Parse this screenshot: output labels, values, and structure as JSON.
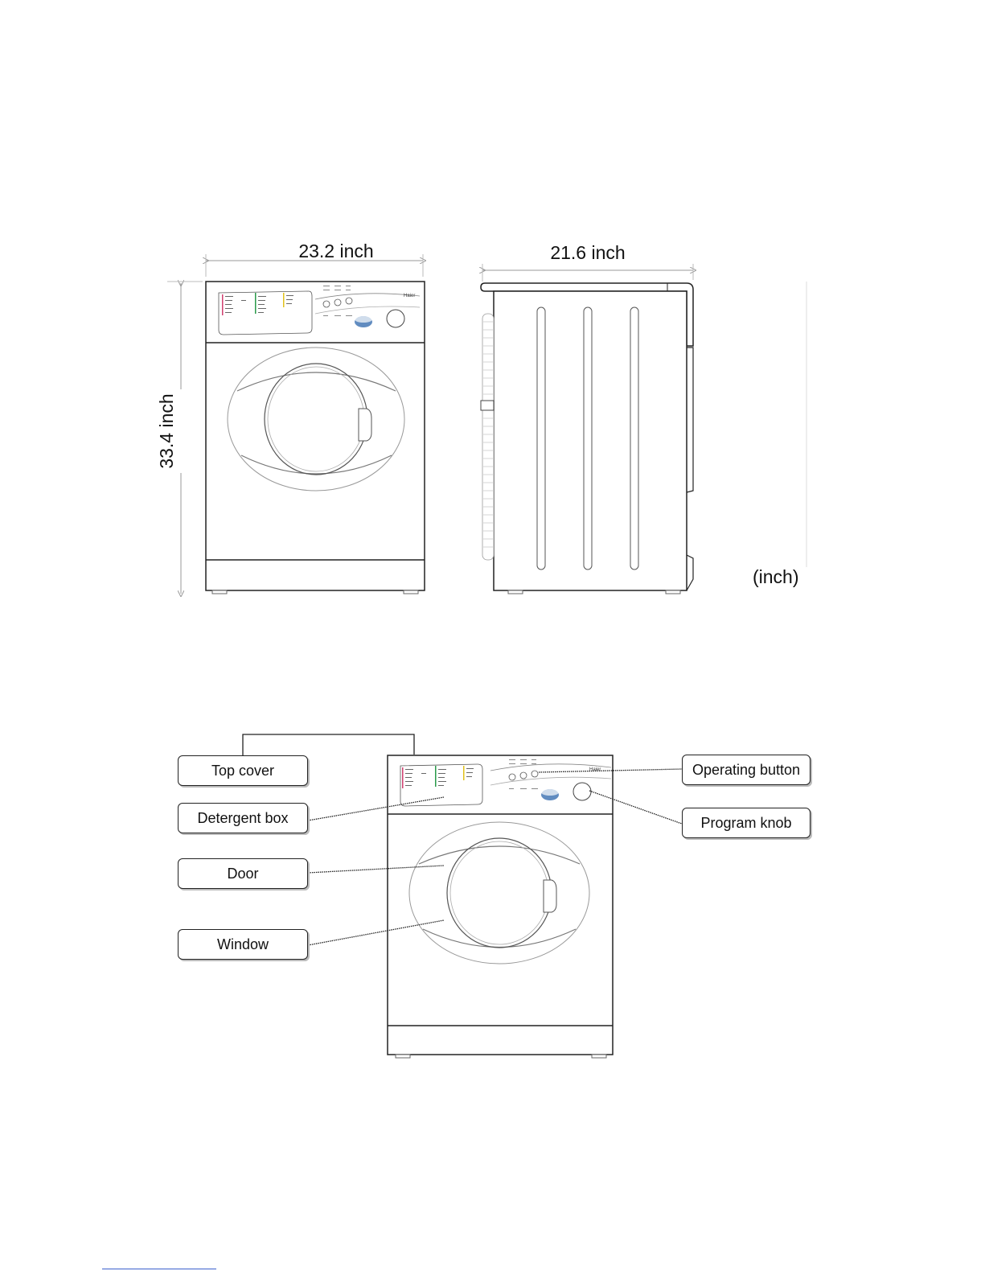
{
  "dimensions": {
    "width": "23.2 inch",
    "depth": "21.6 inch",
    "height": "33.4 inch",
    "unit_note": "(inch)"
  },
  "callouts": {
    "top_cover": "Top cover",
    "detergent_box": "Detergent box",
    "door": "Door",
    "window": "Window",
    "operating_button": "Operating button",
    "program_knob": "Program knob"
  },
  "panel": {
    "brand": "Haier"
  }
}
